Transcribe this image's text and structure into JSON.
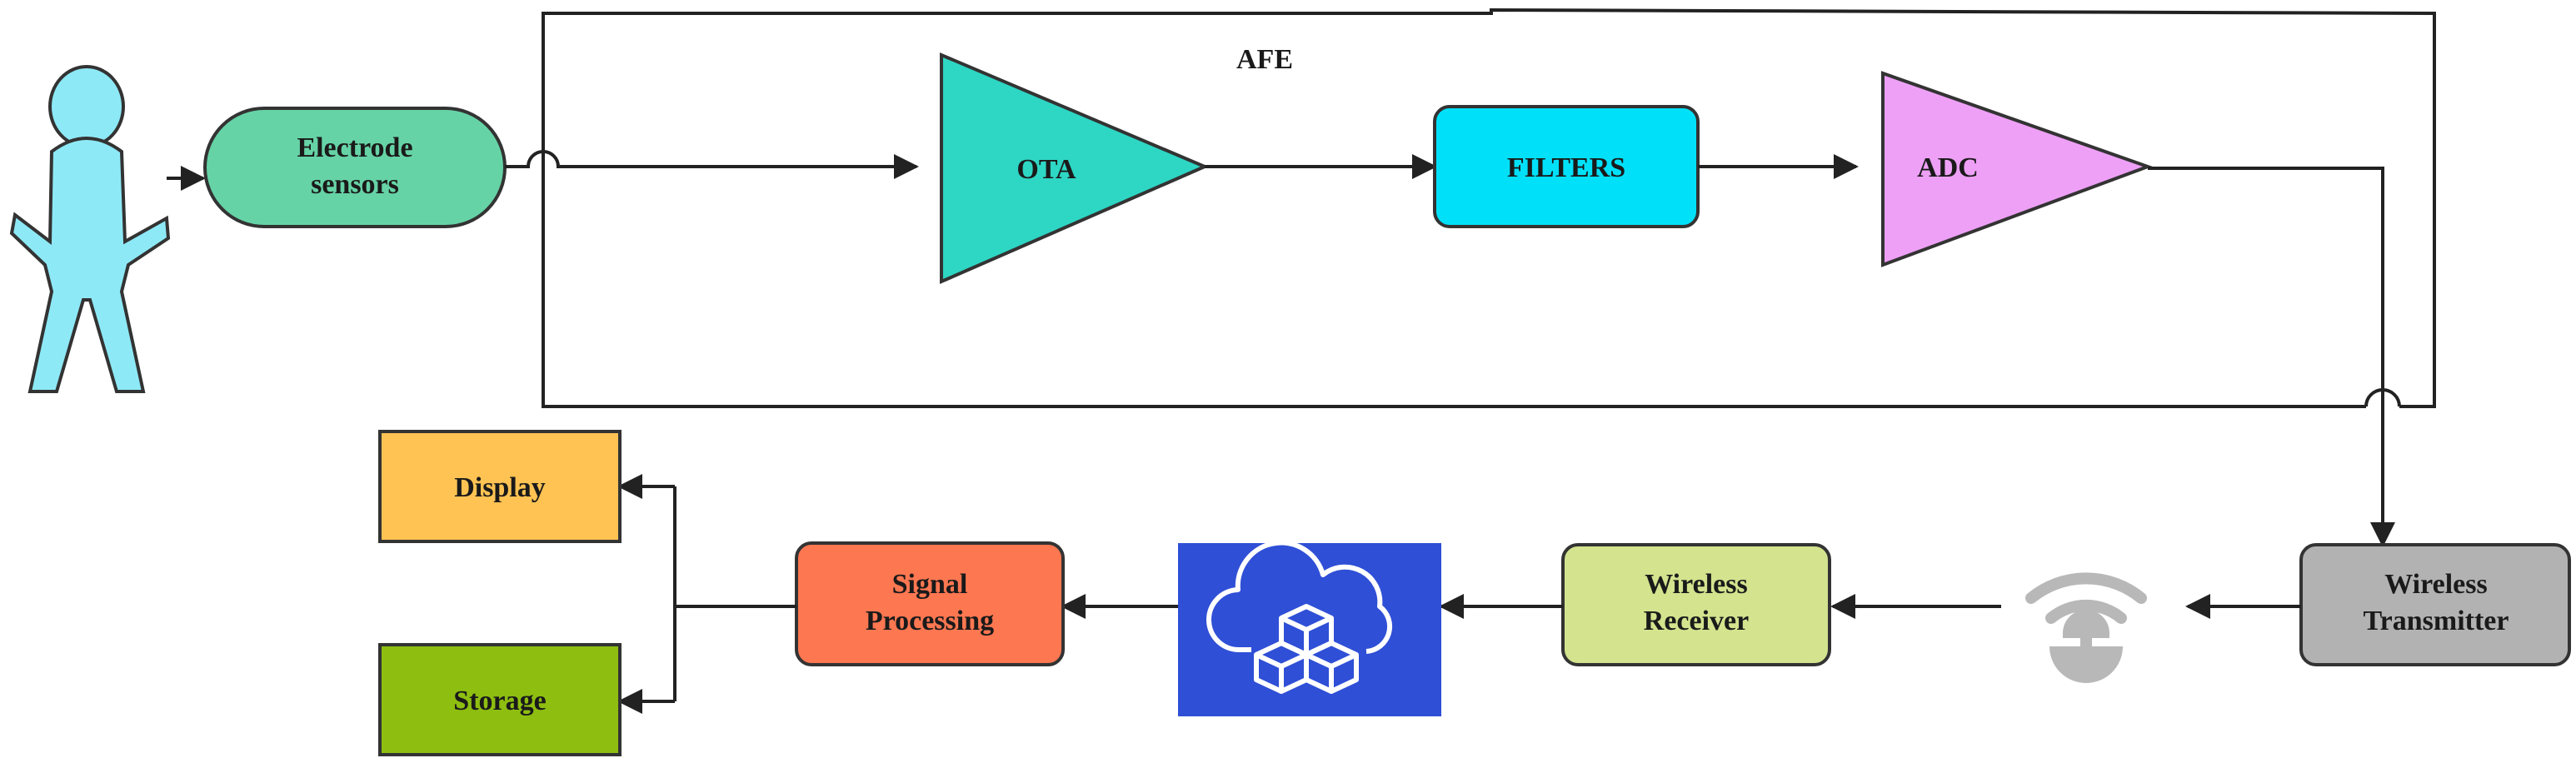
{
  "afe": {
    "label": "AFE"
  },
  "electrode": {
    "line1": "Electrode",
    "line2": "sensors",
    "color": "#66d3a6"
  },
  "ota": {
    "label": "OTA",
    "color": "#2ed6c4"
  },
  "filters": {
    "label": "FILTERS",
    "color": "#00e1f9"
  },
  "adc": {
    "label": "ADC",
    "color": "#eea0f6"
  },
  "transmitter": {
    "line1": "Wireless",
    "line2": "Transmitter",
    "color": "#b2b2b2"
  },
  "receiver": {
    "line1": "Wireless",
    "line2": "Receiver",
    "color": "#d3e38e"
  },
  "cloud": {
    "color": "#2f4fd6"
  },
  "signal_processing": {
    "line1": "Signal",
    "line2": "Processing",
    "color": "#fd7751"
  },
  "display": {
    "label": "Display",
    "color": "#fec353"
  },
  "storage": {
    "label": "Storage",
    "color": "#8ebe10"
  },
  "person": {
    "color": "#8ee9f6"
  },
  "wireless_icon": {
    "color": "#b8b8b8"
  }
}
